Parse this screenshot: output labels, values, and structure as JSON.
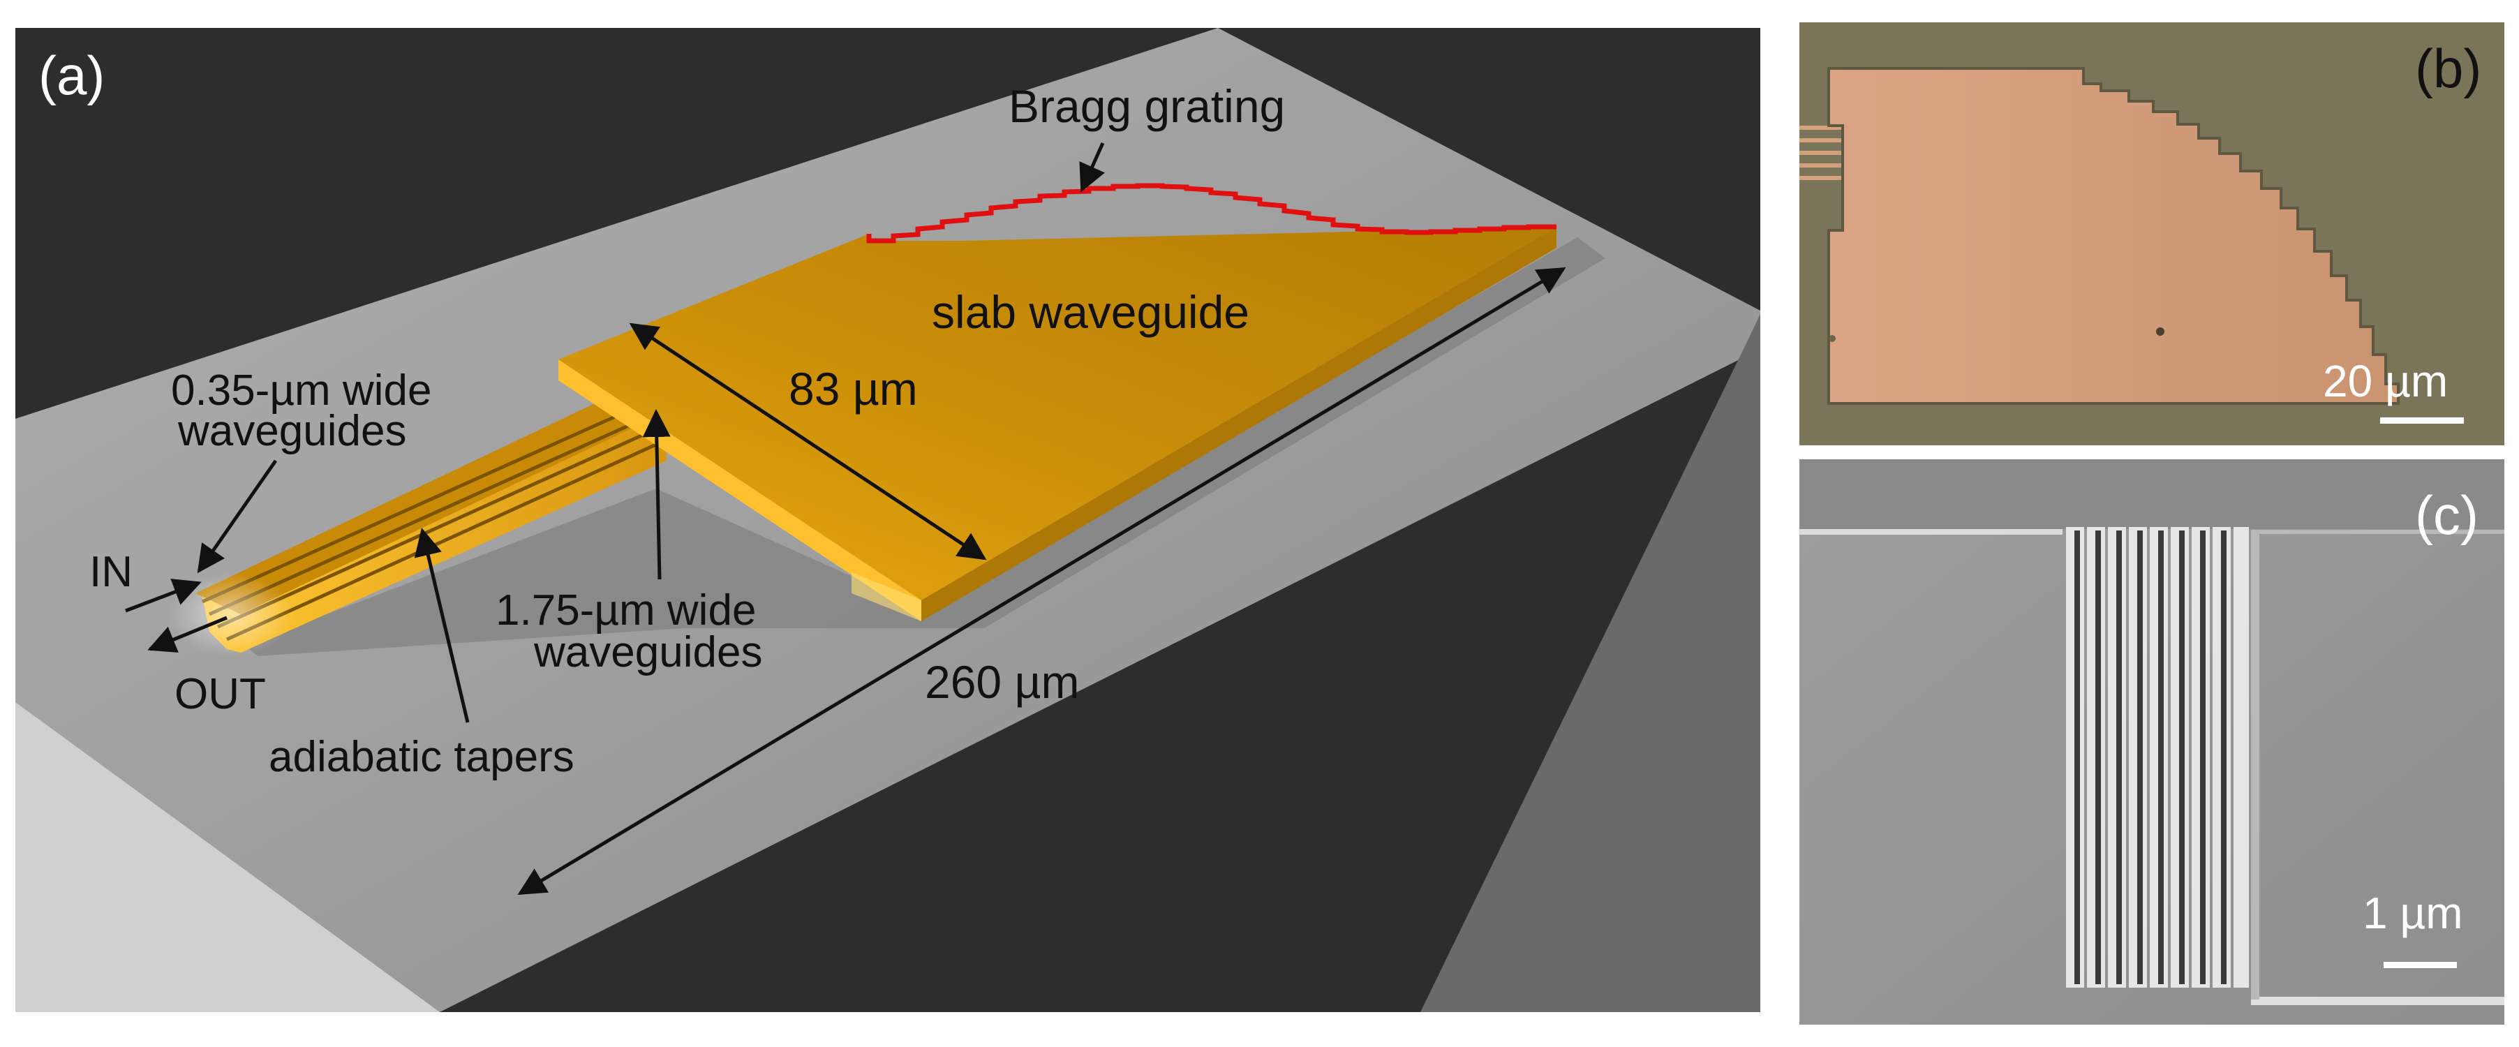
{
  "panels": {
    "a": {
      "label": "(a)",
      "annotations": {
        "bragg_grating": "Bragg grating",
        "slab_waveguide": "slab waveguide",
        "width_83": "83 µm",
        "narrow_waveguides_line1": "0.35-µm wide",
        "narrow_waveguides_line2": "waveguides",
        "wide_waveguides_line1": "1.75-µm wide",
        "wide_waveguides_line2": "waveguides",
        "input": "IN",
        "output": "OUT",
        "tapers": "adiabatic tapers",
        "length_260": "260 µm"
      }
    },
    "b": {
      "label": "(b)",
      "scale_bar": "20 µm"
    },
    "c": {
      "label": "(c)",
      "scale_bar": "1 µm"
    }
  },
  "colors": {
    "background_dark": "#2c2c2c",
    "substrate_top": "#9a9a9a",
    "substrate_side": "#6c6c6c",
    "device_gold": "#d99b0a",
    "device_gold_bright": "#f6b820",
    "grating_red": "#e01010",
    "micrograph_bg": "#7a7558",
    "micrograph_device": "#d09a78",
    "sem_bg": "#9c9c9c"
  }
}
